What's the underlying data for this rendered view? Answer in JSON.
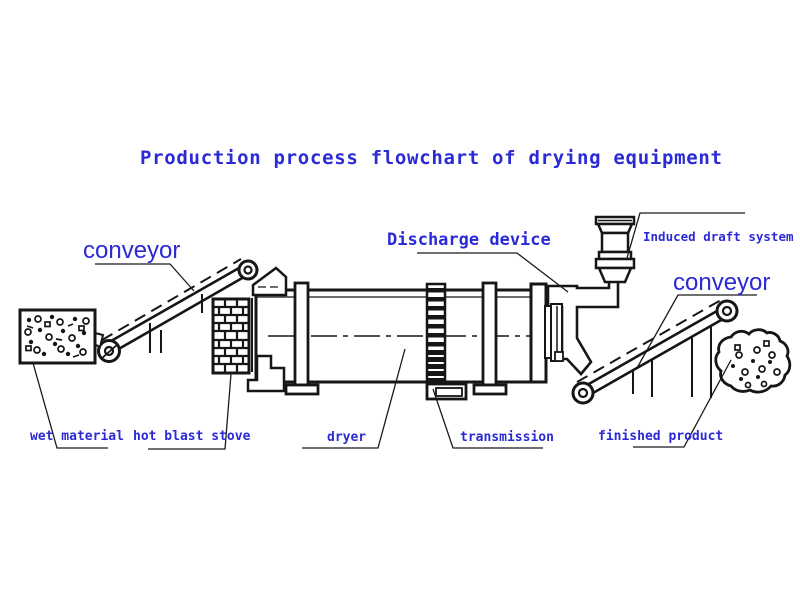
{
  "title": "Production process flowchart of drying equipment",
  "labels": {
    "conveyor_left": "conveyor",
    "wet_material": "wet material",
    "hot_blast_stove": "hot blast stove",
    "dryer": "dryer",
    "transmission": "transmission",
    "discharge_device": "Discharge device",
    "induced_draft_system": "Induced draft system",
    "conveyor_right": "conveyor",
    "finished_product": "finished product"
  },
  "colors": {
    "label": "#2a2ad6",
    "line": "#161616",
    "background": "#ffffff"
  }
}
